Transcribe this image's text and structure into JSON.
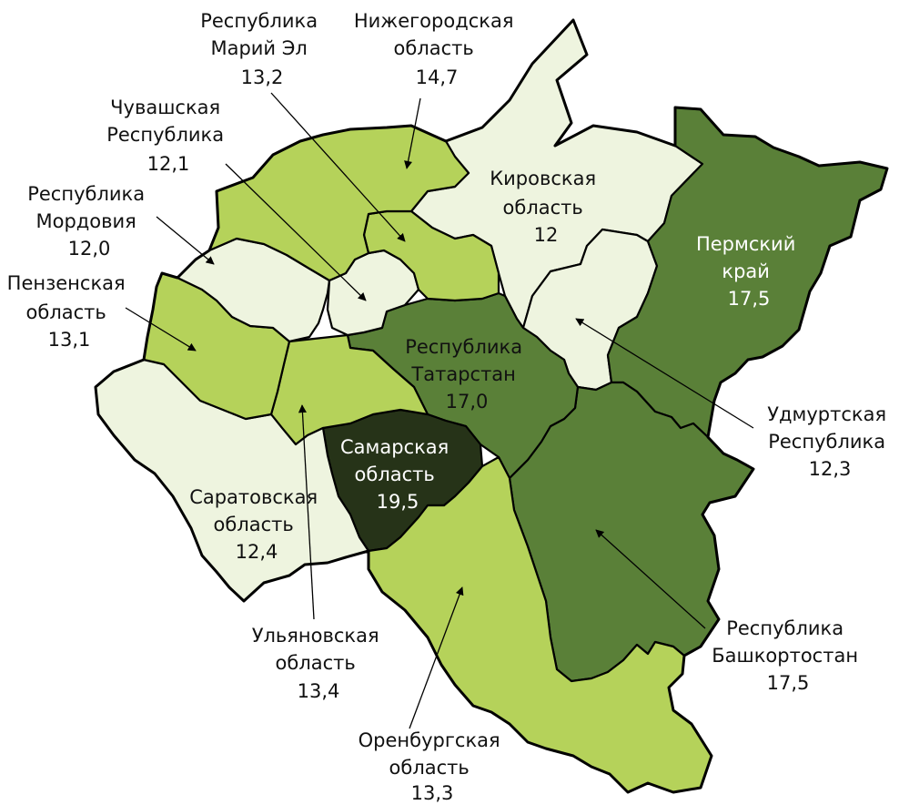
{
  "colors": {
    "light": "#eef4df",
    "medium": "#b5d25a",
    "dark": "#5a8038",
    "darkest": "#263318"
  },
  "regions": {
    "mari_el": {
      "name": [
        "Республика",
        "Марий Эл"
      ],
      "value": "13,2",
      "fill": "#b5d25a"
    },
    "nizhny": {
      "name": [
        "Нижегородская",
        "область"
      ],
      "value": "14,7",
      "fill": "#b5d25a"
    },
    "chuvash": {
      "name": [
        "Чувашская",
        "Республика"
      ],
      "value": "12,1",
      "fill": "#eef4df"
    },
    "mordovia": {
      "name": [
        "Республика",
        "Мордовия"
      ],
      "value": "12,0",
      "fill": "#eef4df"
    },
    "penza": {
      "name": [
        "Пензенская",
        "область"
      ],
      "value": "13,1",
      "fill": "#b5d25a"
    },
    "kirov": {
      "name": [
        "Кировская",
        "область"
      ],
      "value": "12",
      "fill": "#eef4df"
    },
    "perm": {
      "name": [
        "Пермский",
        "край"
      ],
      "value": "17,5",
      "fill": "#5a8038"
    },
    "tatarstan": {
      "name": [
        "Республика",
        "Татарстан"
      ],
      "value": "17,0",
      "fill": "#5a8038"
    },
    "udmurt": {
      "name": [
        "Удмуртская",
        "Республика"
      ],
      "value": "12,3",
      "fill": "#eef4df"
    },
    "samara": {
      "name": [
        "Самарская",
        "область"
      ],
      "value": "19,5",
      "fill": "#263318"
    },
    "saratov": {
      "name": [
        "Саратовская",
        "область"
      ],
      "value": "12,4",
      "fill": "#eef4df"
    },
    "bashkortostan": {
      "name": [
        "Республика",
        "Башкортостан"
      ],
      "value": "17,5",
      "fill": "#5a8038"
    },
    "ulyanovsk": {
      "name": [
        "Ульяновская",
        "область"
      ],
      "value": "13,4",
      "fill": "#b5d25a"
    },
    "orenburg": {
      "name": [
        "Оренбургская",
        "область"
      ],
      "value": "13,3",
      "fill": "#b5d25a"
    }
  }
}
